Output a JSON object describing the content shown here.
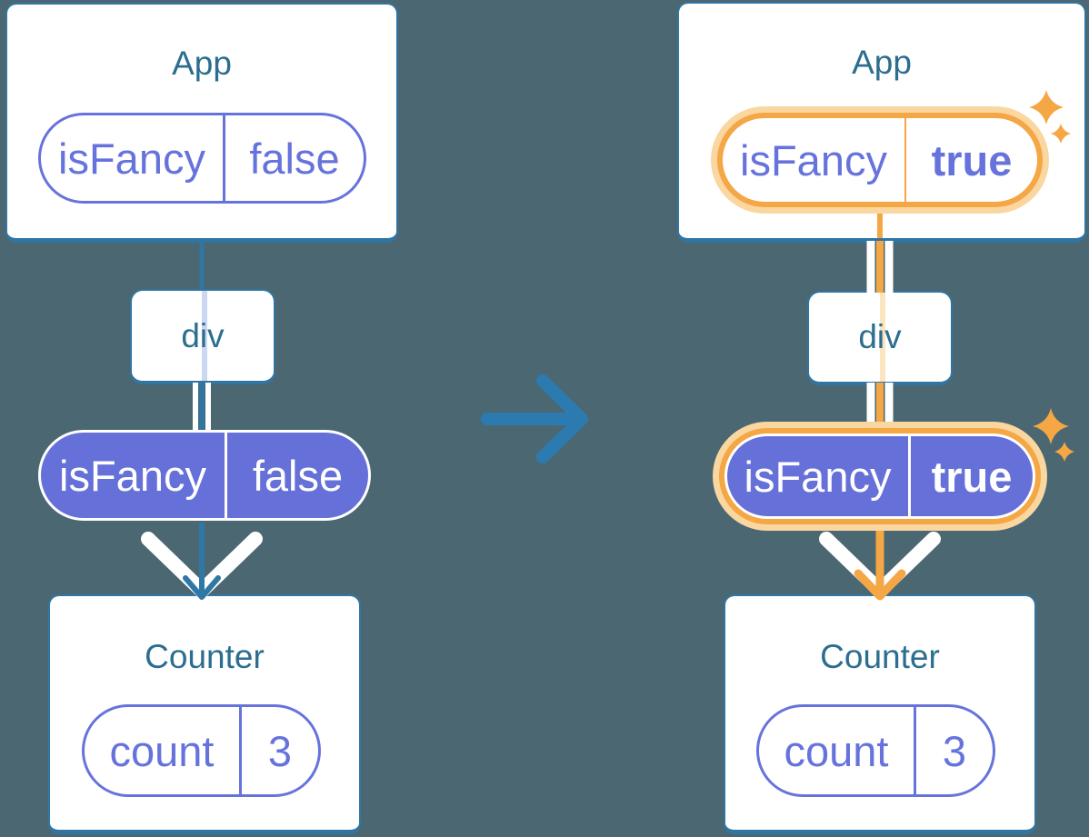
{
  "colors": {
    "background": "#4B6772",
    "card_fill": "#FFFFFF",
    "card_border_teal": "#3176A2",
    "title_text_teal": "#2B6E8F",
    "purple_text_border": "#6673DC",
    "purple_pill_fill": "#6670D9",
    "highlight_orange": "#F4A744",
    "highlight_orange_glow": "#FAD7A0",
    "faded_blue_context_line": "#CBD8F2",
    "faded_orange_context_line": "#FBE5C0",
    "transition_arrow_blue": "#2C7BB0",
    "chevron_white": "#FFFFFF"
  },
  "left_tree": {
    "app_card": {
      "title": "App",
      "prop_pill": {
        "key": "isFancy",
        "value": "false"
      }
    },
    "div_node": {
      "label": "div"
    },
    "passed_prop_pill": {
      "key": "isFancy",
      "value": "false"
    },
    "counter_card": {
      "title": "Counter",
      "state_pill": {
        "key": "count",
        "value": "3"
      }
    }
  },
  "right_tree": {
    "app_card": {
      "title": "App",
      "prop_pill": {
        "key": "isFancy",
        "value": "true"
      }
    },
    "div_node": {
      "label": "div"
    },
    "passed_prop_pill": {
      "key": "isFancy",
      "value": "true"
    },
    "counter_card": {
      "title": "Counter",
      "state_pill": {
        "key": "count",
        "value": "3"
      }
    }
  }
}
